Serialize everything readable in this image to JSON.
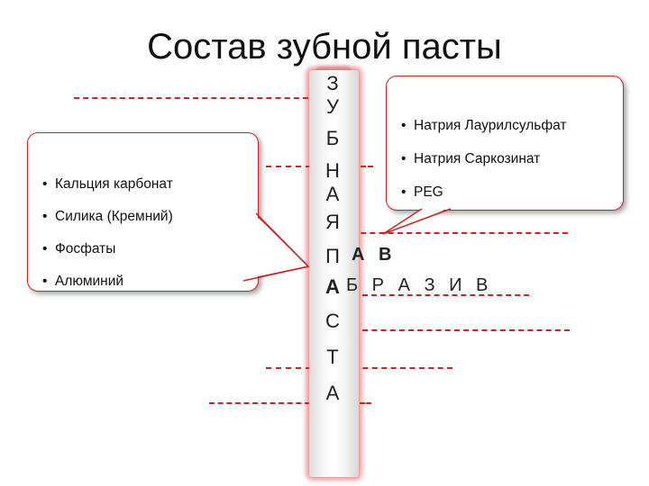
{
  "title": "Состав зубной пасты",
  "tube_letters": [
    "З",
    "У",
    "Б",
    "Н",
    "А",
    "Я",
    "П",
    "А",
    "С",
    "Т",
    "А"
  ],
  "left_callout": {
    "items": [
      "Кальция карбонат",
      "Силика (Кремний)",
      "Фосфаты",
      "Алюминий"
    ]
  },
  "right_callout": {
    "items": [
      "Натрия Лаурилсульфат",
      "Натрия Саркозинат",
      "PEG"
    ]
  },
  "answer_row_p": "А В",
  "answer_row_a": "Б Р А З И В"
}
